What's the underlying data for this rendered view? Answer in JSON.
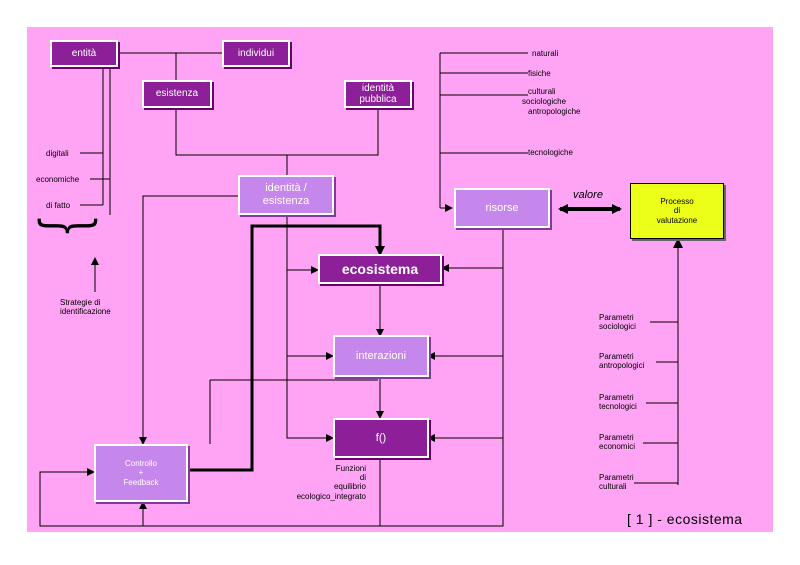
{
  "nodes": {
    "entita": "entità",
    "individui": "individui",
    "esistenza": "esistenza",
    "identita_pubblica": "identità\npubblica",
    "identita_esistenza": "identità /\nesistenza",
    "risorse": "risorse",
    "ecosistema": "ecosistema",
    "interazioni": "interazioni",
    "f": "f()",
    "controllo": "Controllo\n+\nFeedback",
    "processo": "Processo\ndi\nvalutazione"
  },
  "labels": {
    "digitali": "digitali",
    "economiche": "economiche",
    "di_fatto": "di fatto",
    "strategie": "Strategie di\nidentificazione",
    "valore": "valore",
    "funzioni": "Funzioni\ndi\nequilibrio\necologico_integrato"
  },
  "resources": [
    "naturali",
    "fisiche",
    "culturali",
    "sociologiche",
    "antropologiche",
    "tecnologiche"
  ],
  "parametri": [
    "Parametri\nsociologici",
    "Parametri\nantropologici",
    "Parametri\ntecnologici",
    "Parametri\neconomici",
    "Parametri\nculturali"
  ],
  "caption": "[ 1 ] - ecosistema",
  "colors": {
    "background": "#ffa4f5",
    "dark_node": "#8d1f98",
    "light_node": "#c587ec",
    "evaluation_node": "#ecff19"
  }
}
